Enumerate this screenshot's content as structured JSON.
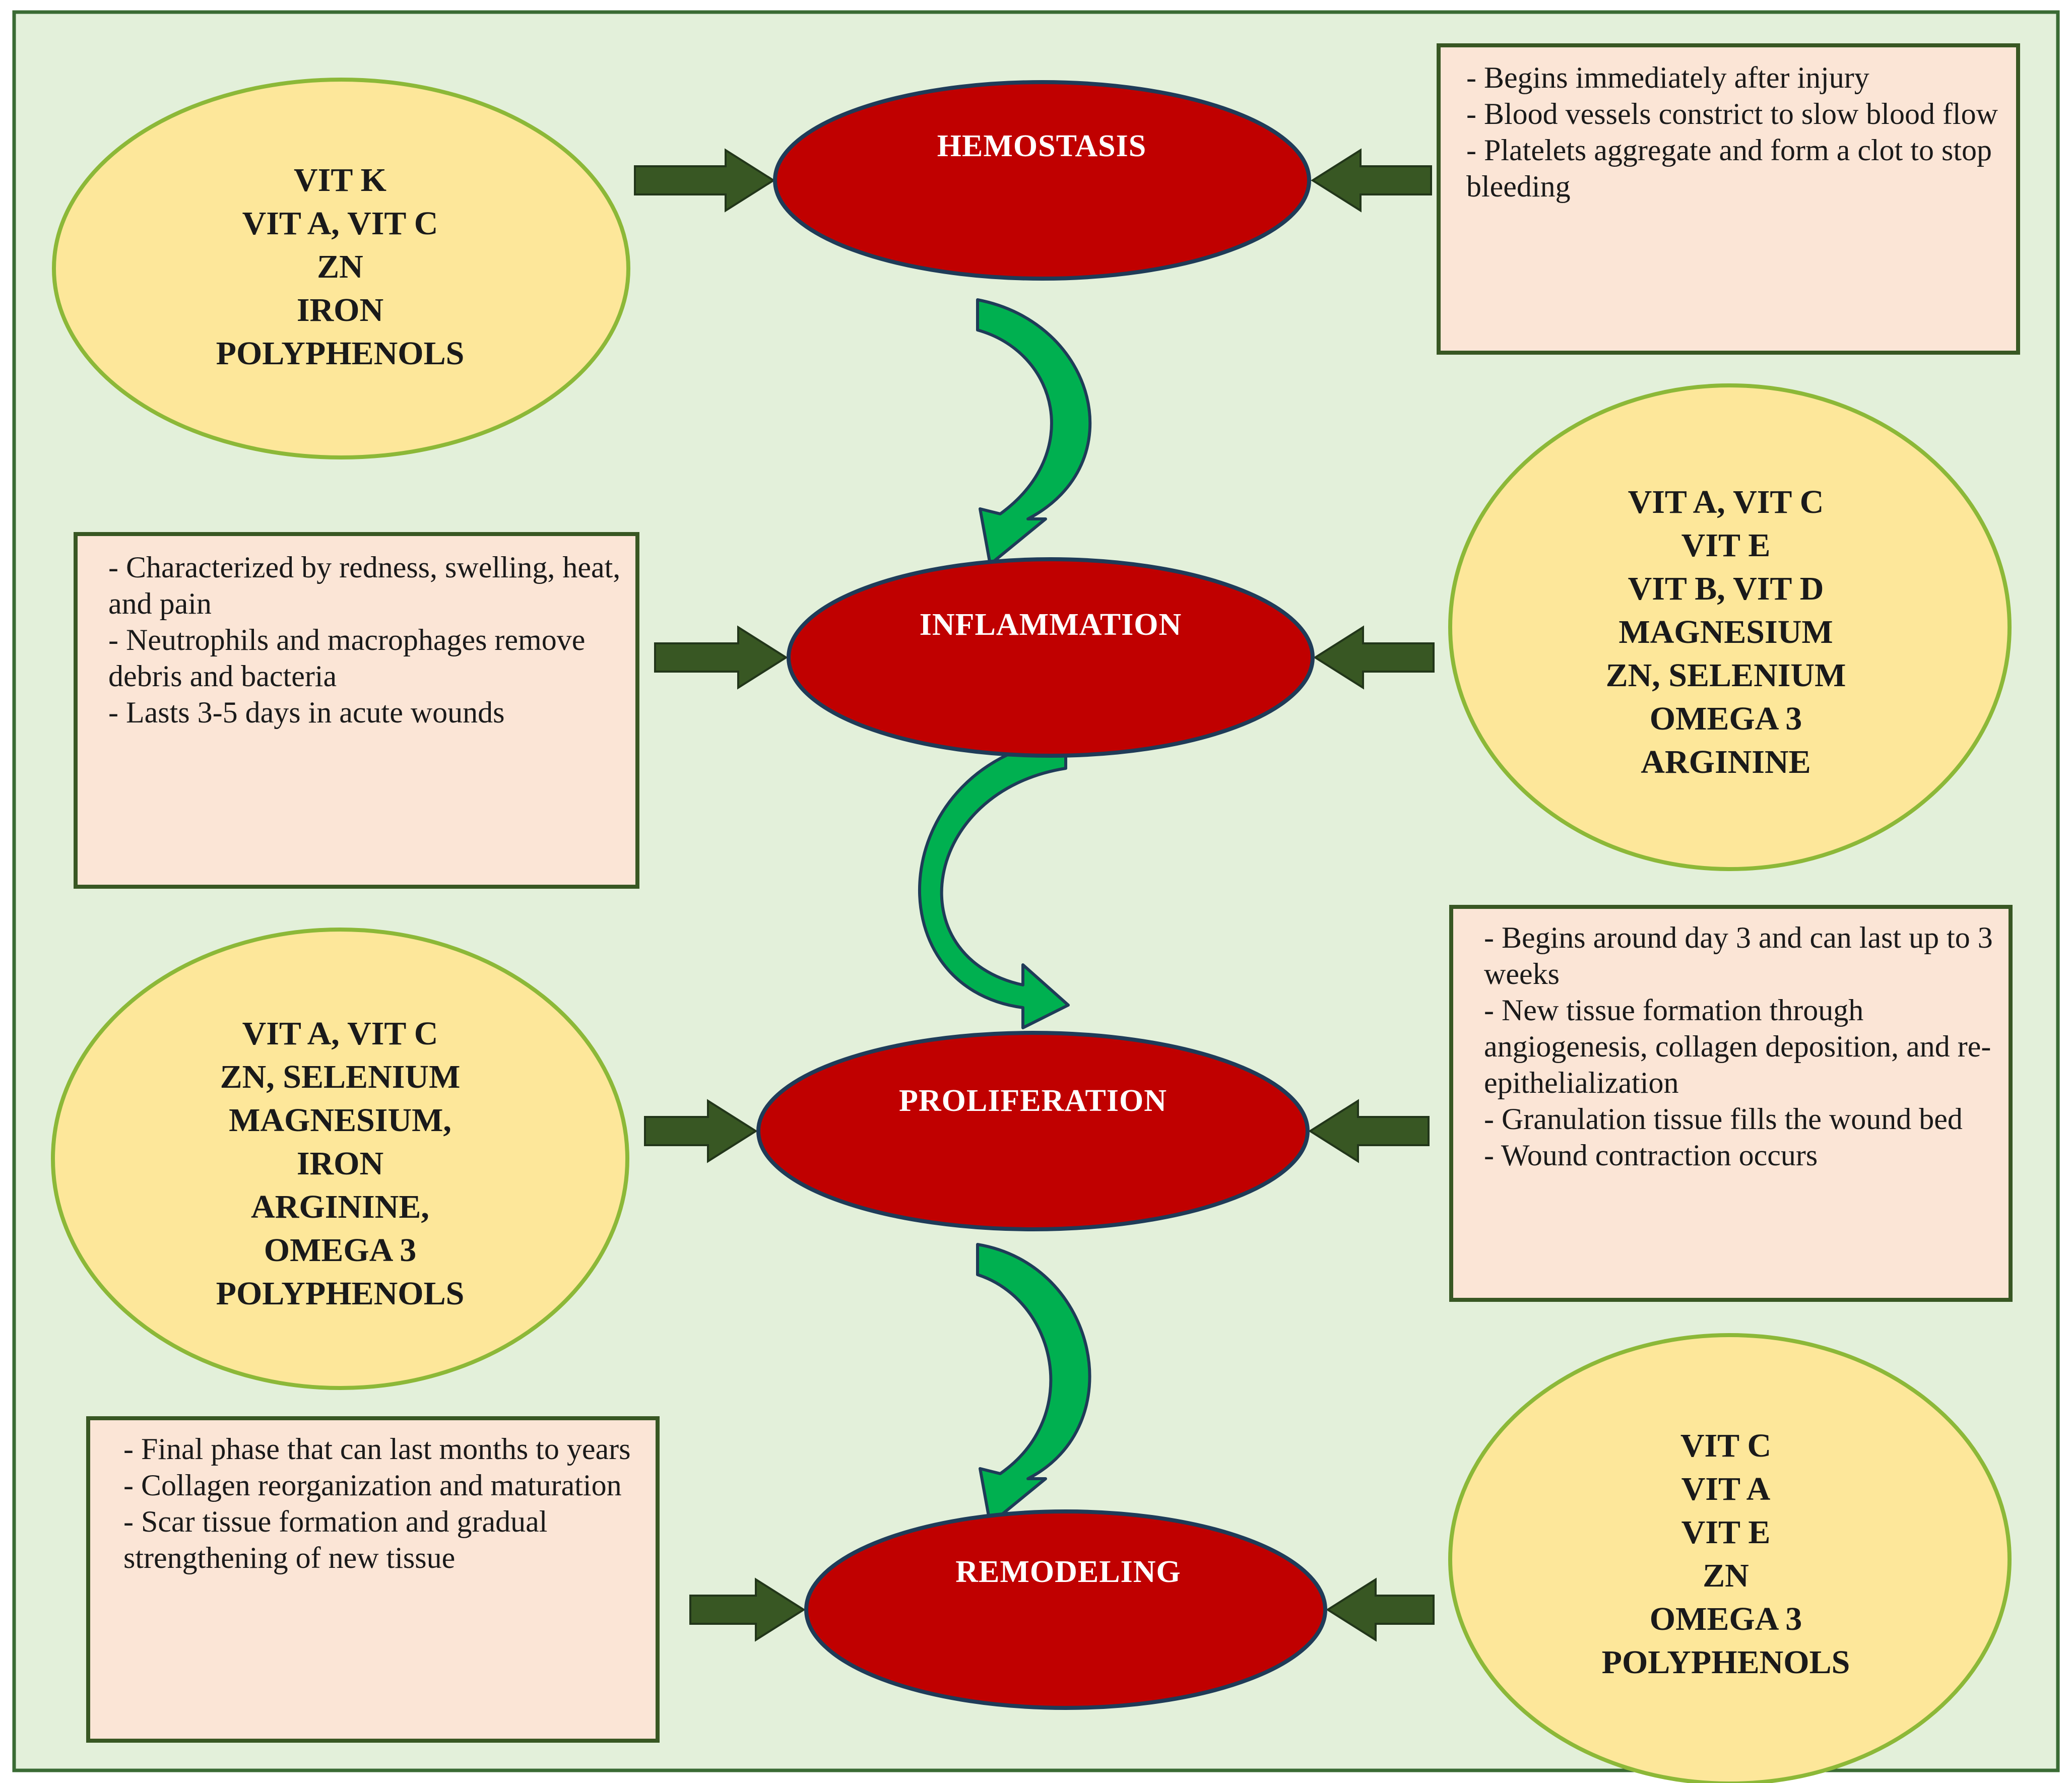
{
  "colors": {
    "background": "#e3f0da",
    "frame": "#3a6b34",
    "phase_fill": "#c00000",
    "phase_stroke": "#1f3b58",
    "nutrient_fill": "#fde79a",
    "nutrient_stroke": "#8cb838",
    "desc_fill": "#fbe5d6",
    "desc_stroke": "#385723",
    "straight_arrow": "#385723",
    "curved_arrow": "#00b050"
  },
  "phases": [
    {
      "label": "HEMOSTASIS",
      "nutrients": [
        "VIT K",
        "VIT A, VIT C",
        "ZN",
        "IRON",
        "POLYPHENOLS"
      ],
      "description": [
        "- Begins immediately after injury",
        "- Blood vessels constrict to slow blood flow",
        "- Platelets aggregate and form a clot to stop bleeding"
      ]
    },
    {
      "label": "INFLAMMATION",
      "nutrients": [
        "VIT A, VIT C",
        "VIT E",
        "VIT B, VIT D",
        "MAGNESIUM",
        "ZN, SELENIUM",
        "OMEGA 3",
        "ARGININE"
      ],
      "description": [
        "- Characterized by redness, swelling, heat, and pain",
        "- Neutrophils and macrophages remove debris and bacteria",
        "- Lasts 3-5 days in acute wounds"
      ]
    },
    {
      "label": "PROLIFERATION",
      "nutrients": [
        "VIT A, VIT C",
        "ZN, SELENIUM",
        "MAGNESIUM,",
        "IRON",
        "ARGININE,",
        "OMEGA 3",
        "POLYPHENOLS"
      ],
      "description": [
        "- Begins around day 3 and can last up to 3 weeks",
        "- New tissue formation through angiogenesis, collagen deposition, and re-epithelialization",
        "- Granulation tissue fills the wound bed",
        "- Wound contraction occurs"
      ]
    },
    {
      "label": "REMODELING",
      "nutrients": [
        "VIT C",
        "VIT A",
        "VIT E",
        "ZN",
        "OMEGA 3",
        "POLYPHENOLS"
      ],
      "description": [
        "- Final phase that can last months to years",
        "- Collagen reorganization and maturation",
        "- Scar tissue formation and gradual strengthening of new tissue"
      ]
    }
  ]
}
